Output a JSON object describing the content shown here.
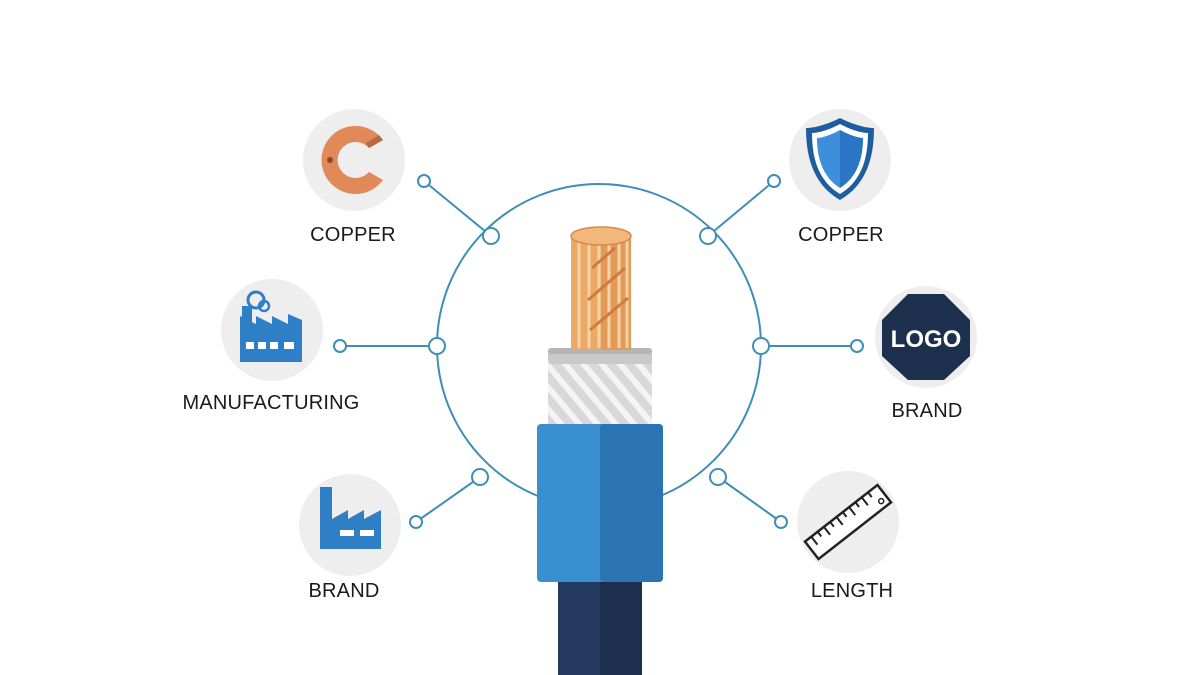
{
  "nodes": [
    {
      "label": "COPPER",
      "icon": "copper-c-icon"
    },
    {
      "label": "MANUFACTURING",
      "icon": "factory-icon"
    },
    {
      "label": "BRAND",
      "icon": "factory-icon"
    },
    {
      "label": "COPPER",
      "icon": "shield-icon"
    },
    {
      "label": "BRAND",
      "icon": "logo-badge-icon",
      "badge_text": "LOGO"
    },
    {
      "label": "LENGTH",
      "icon": "ruler-icon"
    }
  ],
  "colors": {
    "line": "#3f8fb5",
    "icon_bg": "#eeeeee",
    "copper": "#e08a5a",
    "factory_blue": "#2f7fc6",
    "shield_blue": "#2c75c4",
    "logo_navy": "#1c2f4d",
    "jacket_blue": "#2f86c9",
    "cable_navy": "#243a5e"
  }
}
